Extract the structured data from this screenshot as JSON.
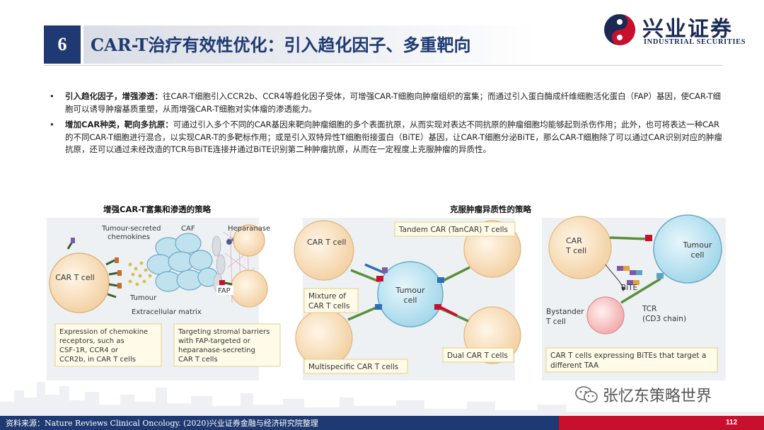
{
  "header": {
    "section_number": "6",
    "title": "CAR-T治疗有效性优化：引入趋化因子、多重靶向",
    "logo_cn": "兴业证券",
    "logo_en": "INDUSTRIAL SECURITIES",
    "colors": {
      "navy": "#1f3a72",
      "red": "#c8102e"
    }
  },
  "bullets": [
    {
      "lead": "引入趋化因子，增强渗透：",
      "text": "往CAR-T细胞引入CCR2b、CCR4等趋化因子受体，可增强CAR-T细胞向肿瘤组织的富集；而通过引入蛋白酶成纤维细胞活化蛋白（FAP）基因，使CAR-T细胞可以诱导肿瘤基质重塑，从而增强CAR-T细胞对实体瘤的渗透能力。"
    },
    {
      "lead": "增加CAR种类，靶向多抗原：",
      "text": "可通过引入多个不同的CAR基因来靶向肿瘤细胞的多个表面抗原，从而实现对表达不同抗原的肿瘤细胞均能够起到杀伤作用；此外，也可将表达一种CAR的不同CAR-T细胞进行混合，以实现CAR-T的多靶标作用；或是引入双特异性T细胞衔接蛋白（BiTE）基因，让CAR-T细胞分泌BiTE，那么CAR-T细胞除了可以通过CAR识别对应的肿瘤抗原，还可以通过未经改造的TCR与BiTE连接并通过BiTE识别第二种肿瘤抗原，从而在一定程度上克服肿瘤的异质性。"
    }
  ],
  "figure": {
    "caption_left": "增强CAR-T富集和渗透的策略",
    "caption_right": "克服肿瘤异质性的策略",
    "panel_a": {
      "car_t": "CAR T cell",
      "tumour_secreted": "Tumour-secreted chemokines",
      "caf": "CAF",
      "heparanase": "Heparanase",
      "tumour": "Tumour",
      "fap": "FAP",
      "ecm": "Extracellular matrix",
      "box1": "Expression of chemokine receptors, such as CSF-1R, CCR4 or CCR2b, in CAR T cells",
      "box2": "Targeting stromal barriers with FAP-targeted or heparanase-secreting CAR T cells"
    },
    "panel_b": {
      "car_t": "CAR T cell",
      "tandem": "Tandem CAR (TanCAR) T cells",
      "tumour": "Tumour cell",
      "mixture": "Mixture of CAR T cells",
      "multispecific": "Multispecific CAR T cells",
      "dual": "Dual CAR T cells"
    },
    "panel_c": {
      "car_t": "CAR T cell",
      "tumour": "Tumour cell",
      "bite": "BiTE",
      "bystander": "Bystander T cell",
      "tcr": "TCR (CD3 chain)",
      "box": "CAR T cells expressing BiTEs that target a different TAA"
    }
  },
  "footer": {
    "source": "资料来源：Nature Reviews Clinical Oncology. (2020)兴业证券金融与经济研究院整理",
    "page": "112",
    "watermark": "张忆东策略世界"
  }
}
